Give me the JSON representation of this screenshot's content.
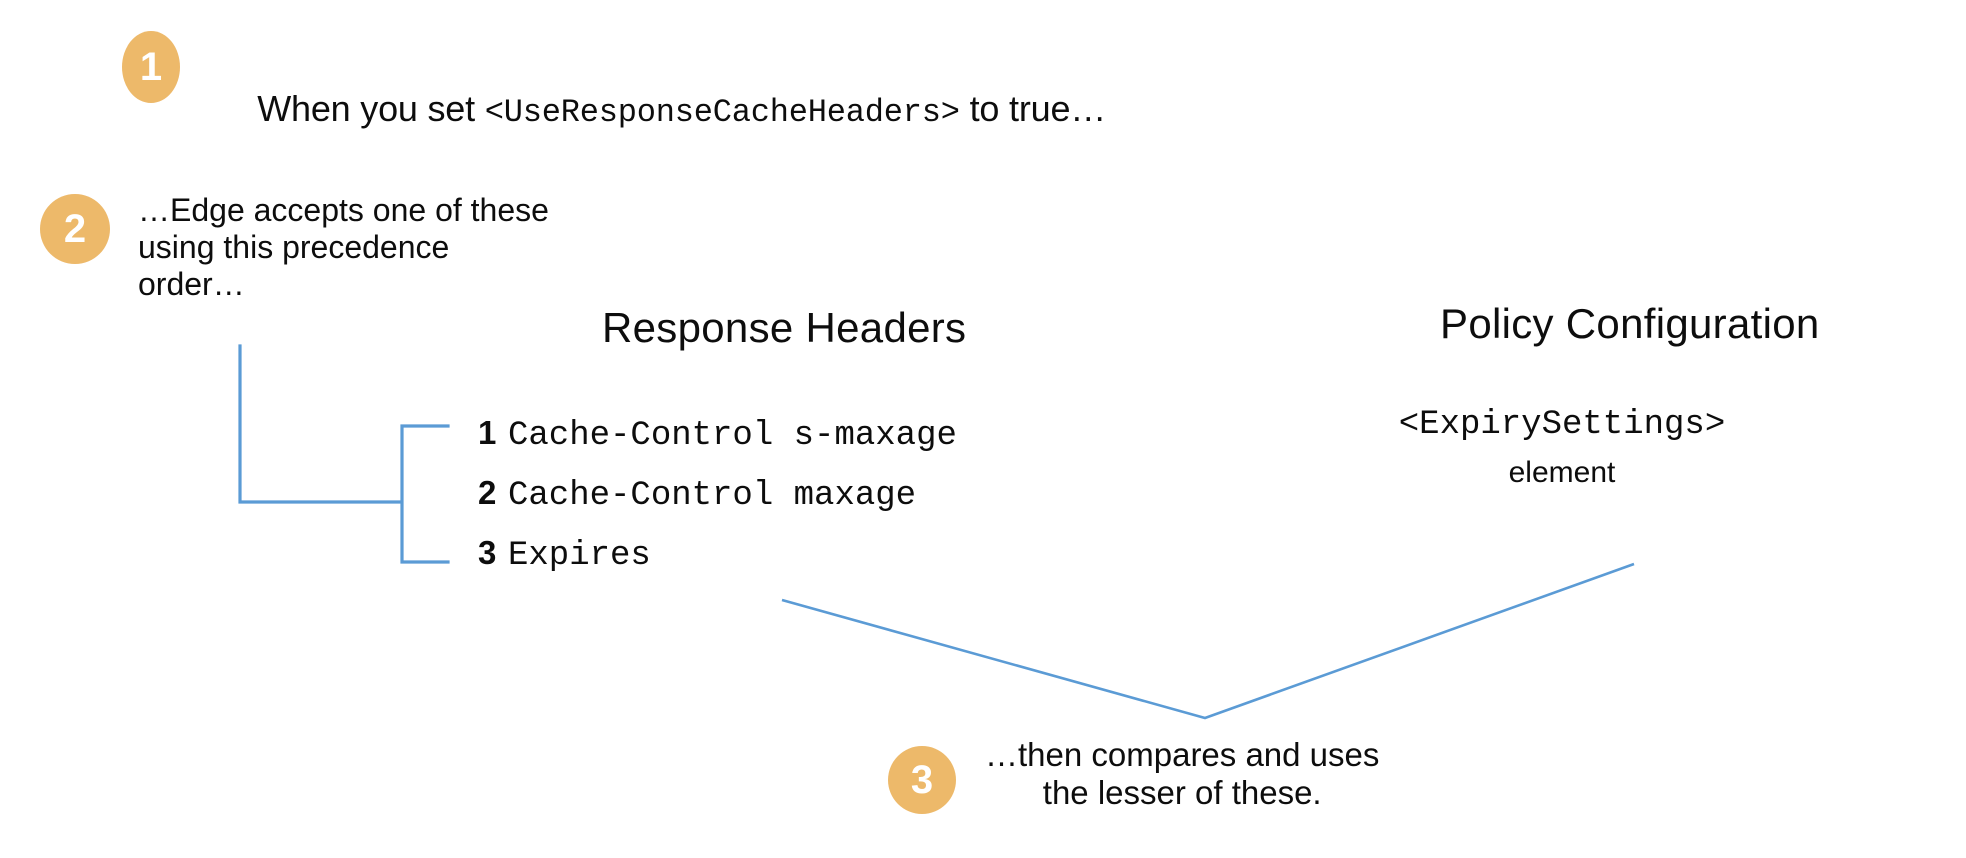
{
  "meta": {
    "title": "Edge response cache header precedence"
  },
  "palette": {
    "badge_fill": "#edb96a",
    "badge_text": "#ffffff",
    "connector_line": "#5b9bd5",
    "body_text": "#0d0d0d",
    "background": "#ffffff"
  },
  "steps": {
    "step1": {
      "number": "1",
      "text_before": "When you set ",
      "code": "<UseResponseCacheHeaders>",
      "text_after": " to true…"
    },
    "step2": {
      "number": "2",
      "text": "…Edge accepts one of these\nusing this precedence\norder…"
    },
    "step3": {
      "number": "3",
      "text": "…then compares and uses\nthe lesser of these."
    }
  },
  "columns": {
    "response_headers": {
      "heading": "Response Headers",
      "items": [
        {
          "rank": "1",
          "name": "Cache-Control s-maxage"
        },
        {
          "rank": "2",
          "name": "Cache-Control maxage"
        },
        {
          "rank": "3",
          "name": "Expires"
        }
      ]
    },
    "policy_configuration": {
      "heading": "Policy Configuration",
      "element": "<ExpirySettings>",
      "element_label": "element"
    }
  }
}
